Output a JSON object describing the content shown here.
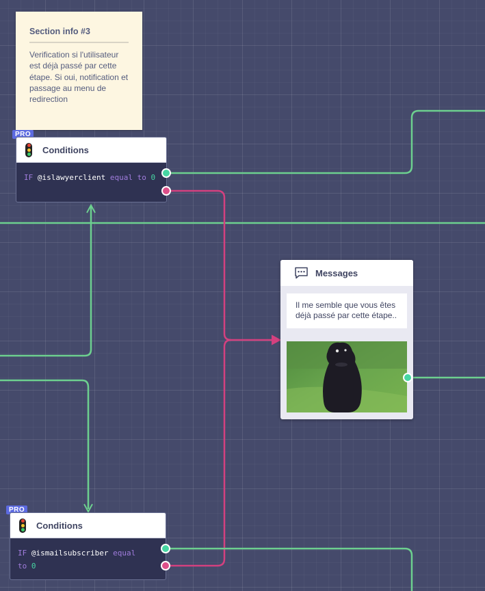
{
  "note": {
    "title": "Section info #3",
    "body": "Verification si l'utilisateur est déjà passé par cette étape. Si oui, notification et passage au menu de redirection"
  },
  "conditions_top": {
    "badge": "PRO",
    "title": "Conditions",
    "icon": "traffic-light-icon",
    "if_kw": "IF",
    "variable": "@islawyerclient",
    "op1": "equal",
    "op2": "to",
    "value": "0"
  },
  "messages": {
    "title": "Messages",
    "icon": "chat-bubble-icon",
    "text": "Il me semble que vous êtes déjà passé par cette étape.."
  },
  "conditions_bottom": {
    "badge": "PRO",
    "title": "Conditions",
    "icon": "traffic-light-icon",
    "if_kw": "IF",
    "variable": "@ismailsubscriber",
    "op1": "equal",
    "op2": "to",
    "value": "0"
  },
  "colors": {
    "canvas": "#454a6b",
    "true_wire": "#6dd08f",
    "false_wire": "#d4407f",
    "pro_badge": "#5c6ae0"
  }
}
